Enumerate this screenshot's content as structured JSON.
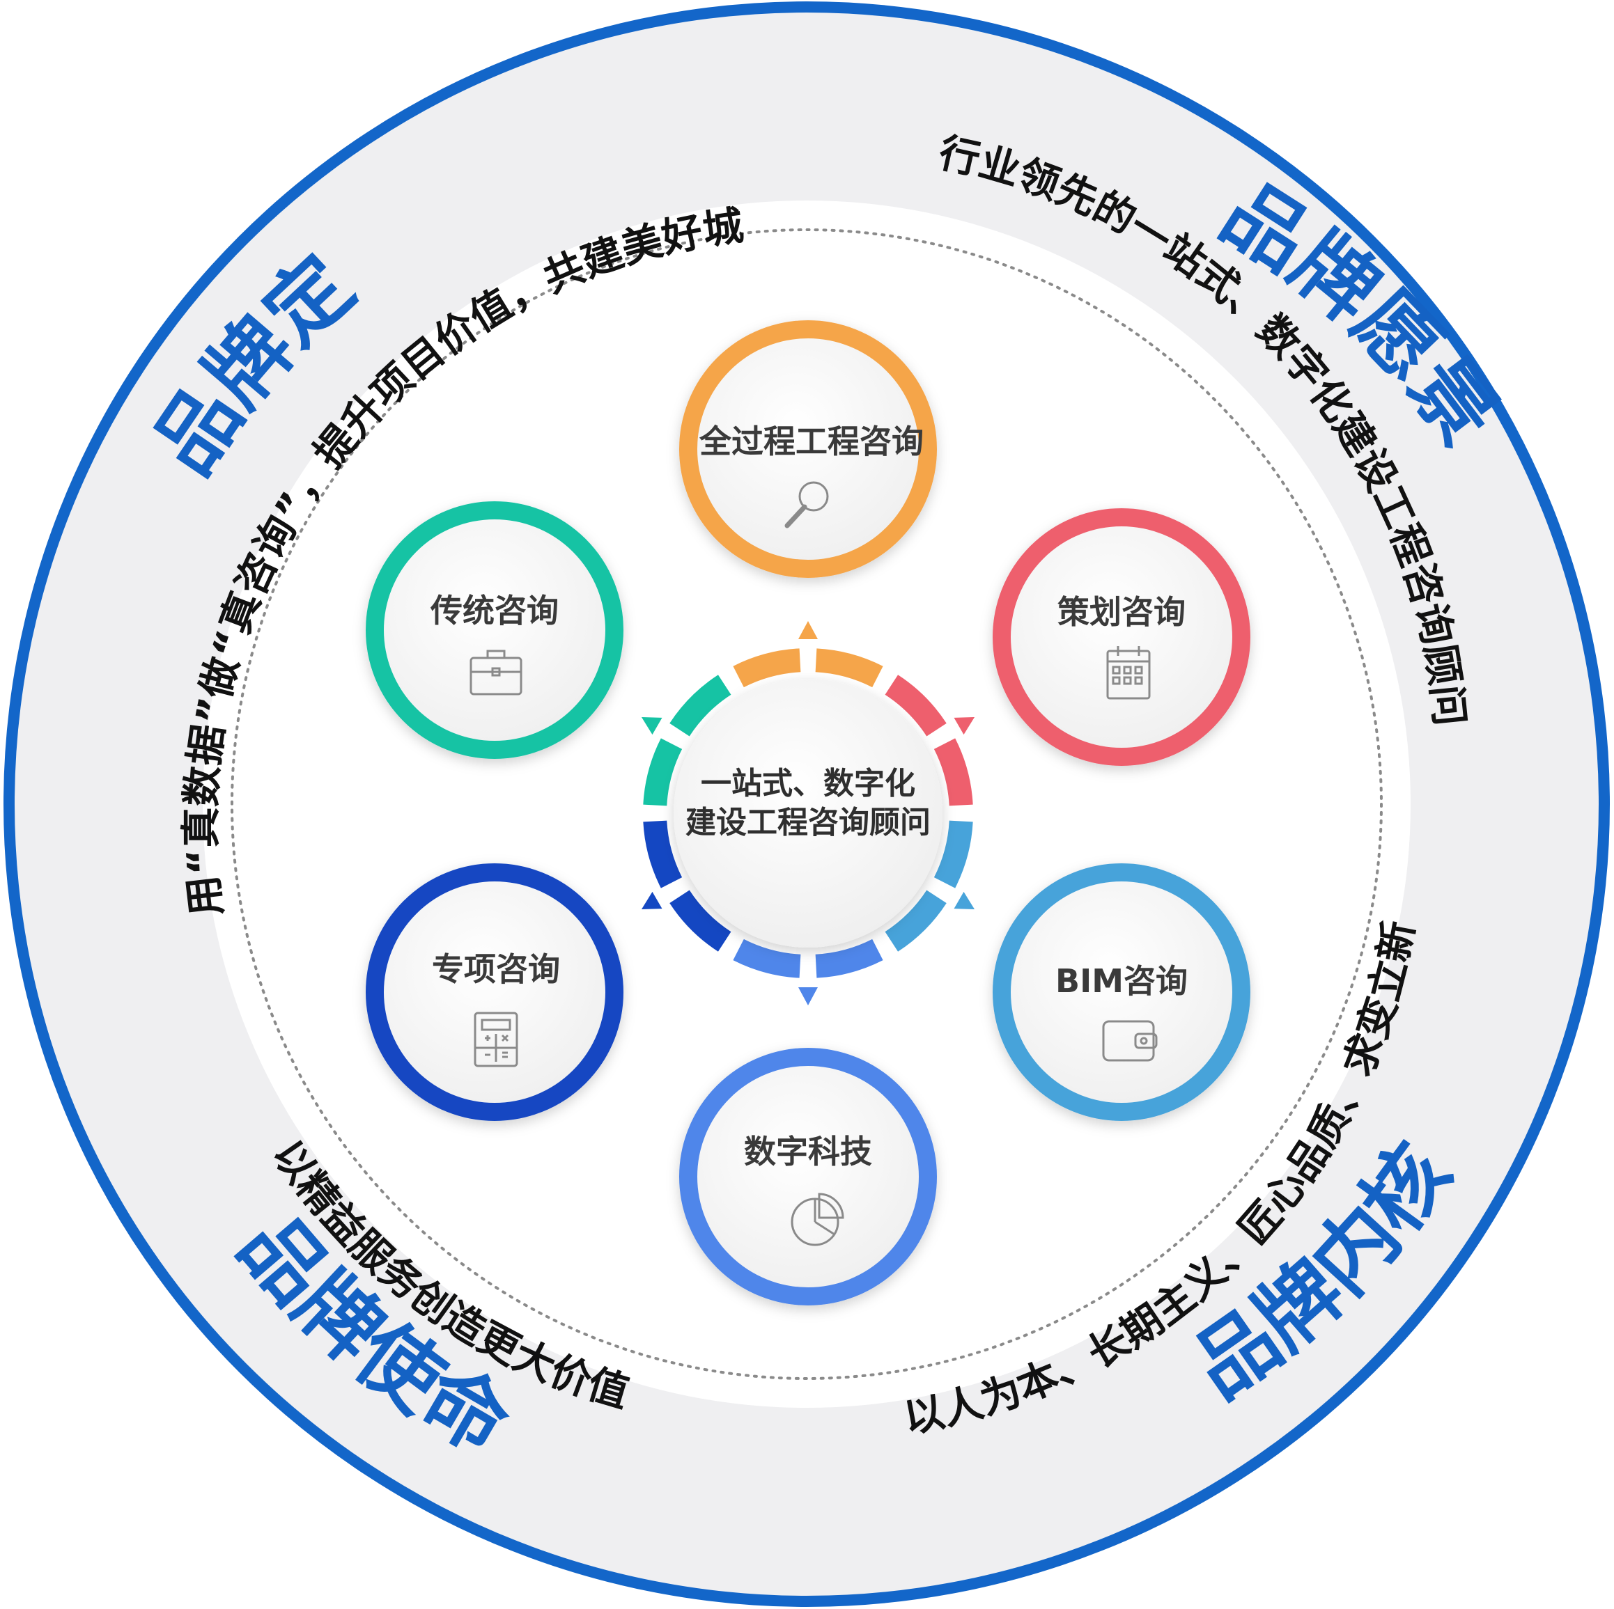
{
  "colors": {
    "outer_ring": "#1366c9",
    "band_fill": "#efeff1",
    "inner_fill": "#ffffff",
    "dotted_ring": "#8a8a8a",
    "title_blue": "#1462c4",
    "slogan": "#111111",
    "node_text": "#3a3a3a",
    "icon": "#8a8a8a"
  },
  "titles": {
    "positioning": "品牌定位",
    "vision": "品牌愿景",
    "mission": "品牌使命",
    "core": "品牌内核"
  },
  "slogans": {
    "positioning": "用“真数据”做“真咨询”，提升项目价值，共建美好城市",
    "vision": "行业领先的一站式、数字化建设工程咨询顾问",
    "mission": "以精益服务创造更大价值",
    "core": "以人为本、长期主义、匠心品质、求变立新"
  },
  "center": {
    "line1": "一站式、数字化",
    "line2": "建设工程咨询顾问"
  },
  "nodes": [
    {
      "key": "full_process",
      "label": "全过程工程咨询",
      "color": "#f5a54a",
      "icon": "magnifier-icon"
    },
    {
      "key": "planning",
      "label": "策划咨询",
      "color": "#ee5f6d",
      "icon": "calendar-icon"
    },
    {
      "key": "bim",
      "label": "BIM咨询",
      "color": "#47a3da",
      "icon": "wallet-icon"
    },
    {
      "key": "digital_tech",
      "label": "数字科技",
      "color": "#4f86ea",
      "icon": "pie-chart-icon"
    },
    {
      "key": "special",
      "label": "专项咨询",
      "color": "#1447c2",
      "icon": "calculator-icon"
    },
    {
      "key": "traditional",
      "label": "传统咨询",
      "color": "#16c3a4",
      "icon": "briefcase-icon"
    }
  ]
}
